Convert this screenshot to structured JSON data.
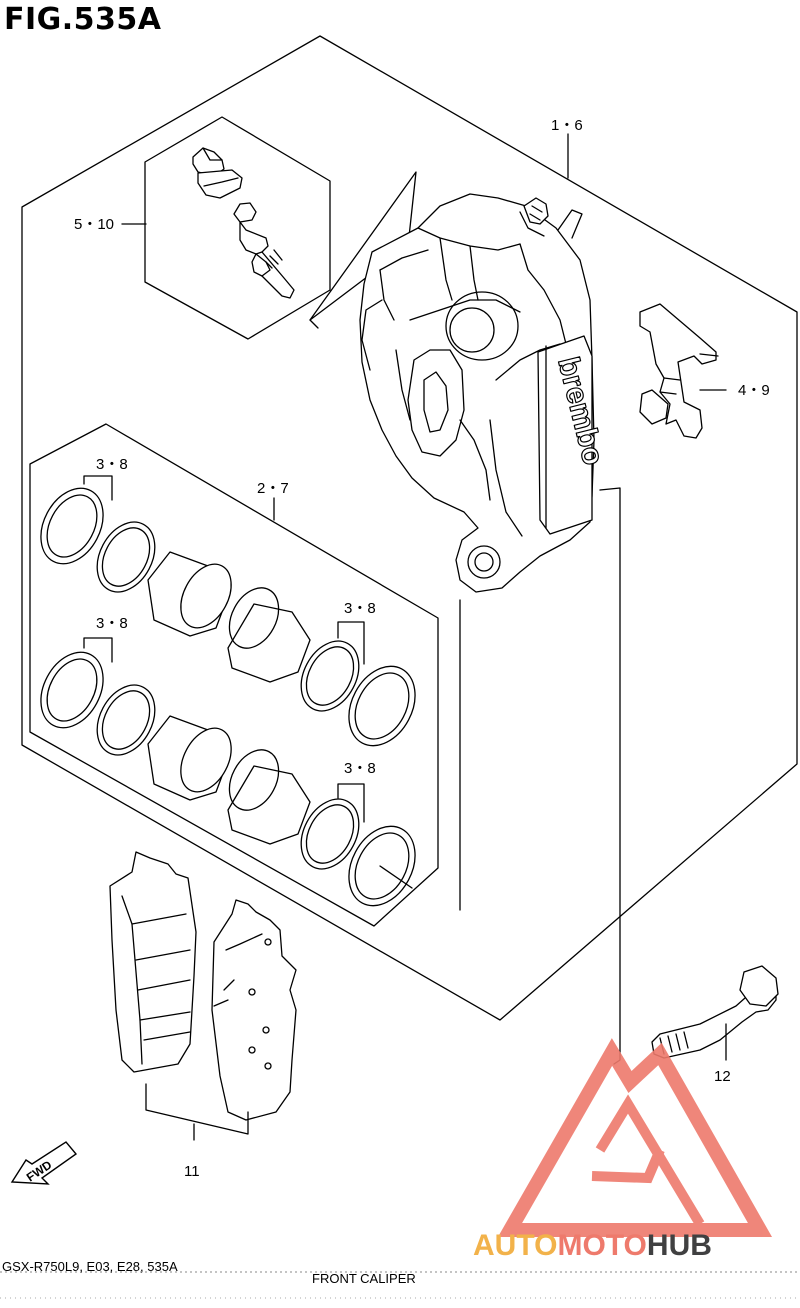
{
  "figure": {
    "title": "FIG.535A",
    "code": "GSX-R750L9, E03, E28, 535A",
    "section_title": "FRONT CALIPER"
  },
  "callouts": {
    "caliper_assy": "1・6",
    "bleeder_valve": "5・10",
    "pad_spring": "4・9",
    "seal_set_top_left": "3・8",
    "piston_set": "2・7",
    "seal_set_right_upper": "3・8",
    "seal_set_mid_left": "3・8",
    "seal_set_right_lower": "3・8",
    "mounting_bolt": "12",
    "pad_set": "11"
  },
  "caliper_logo": "brembo",
  "fwd_arrow": "FWD",
  "watermark": {
    "brand": "AUTOMOTOHUB",
    "colors": {
      "auto": "#f2b24a",
      "moto": "#ee7a6c",
      "hub": "#404041",
      "logo": "#ee7a6c"
    }
  }
}
